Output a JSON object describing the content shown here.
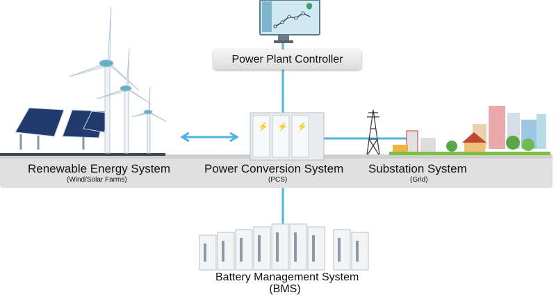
{
  "controller": {
    "label": "Power Plant Controller"
  },
  "renewable": {
    "title": "Renewable Energy System",
    "subtitle": "(Wind/Solar Farms)"
  },
  "pcs": {
    "title": "Power Conversion System",
    "subtitle": "(PCS)"
  },
  "substation": {
    "title": "Substation System",
    "subtitle": "(Grid)"
  },
  "bms": {
    "title_line1": "Battery Management System",
    "title_line2": "(BMS)"
  },
  "colors": {
    "connector": "#4fb3e0",
    "platform": "#e2e2e2",
    "screen": "#cfe8f2"
  }
}
